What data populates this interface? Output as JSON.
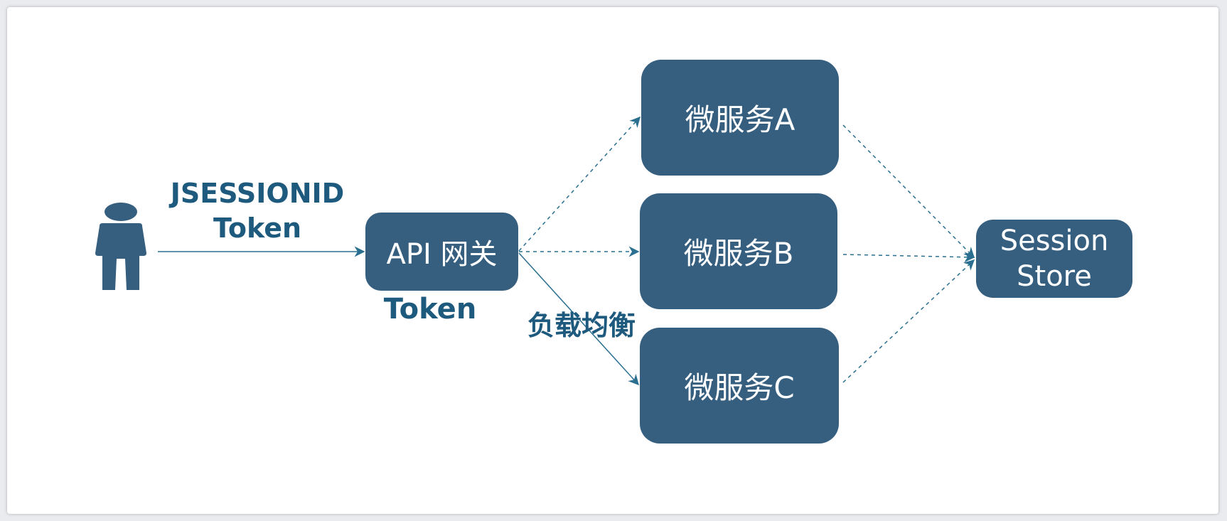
{
  "diagram": {
    "client_label_line1": "JSESSIONID",
    "client_label_line2": "Token",
    "gateway": "API 网关",
    "gateway_token_label": "Token",
    "load_balance_label": "负载均衡",
    "service_a": "微服务A",
    "service_b": "微服务B",
    "service_c": "微服务C",
    "store_line1": "Session",
    "store_line2": "Store"
  },
  "colors": {
    "node_fill": "#355e7f",
    "label_text": "#1e5a7e",
    "edge": "#2a6f8f"
  },
  "icons": {
    "user": "user-icon"
  }
}
